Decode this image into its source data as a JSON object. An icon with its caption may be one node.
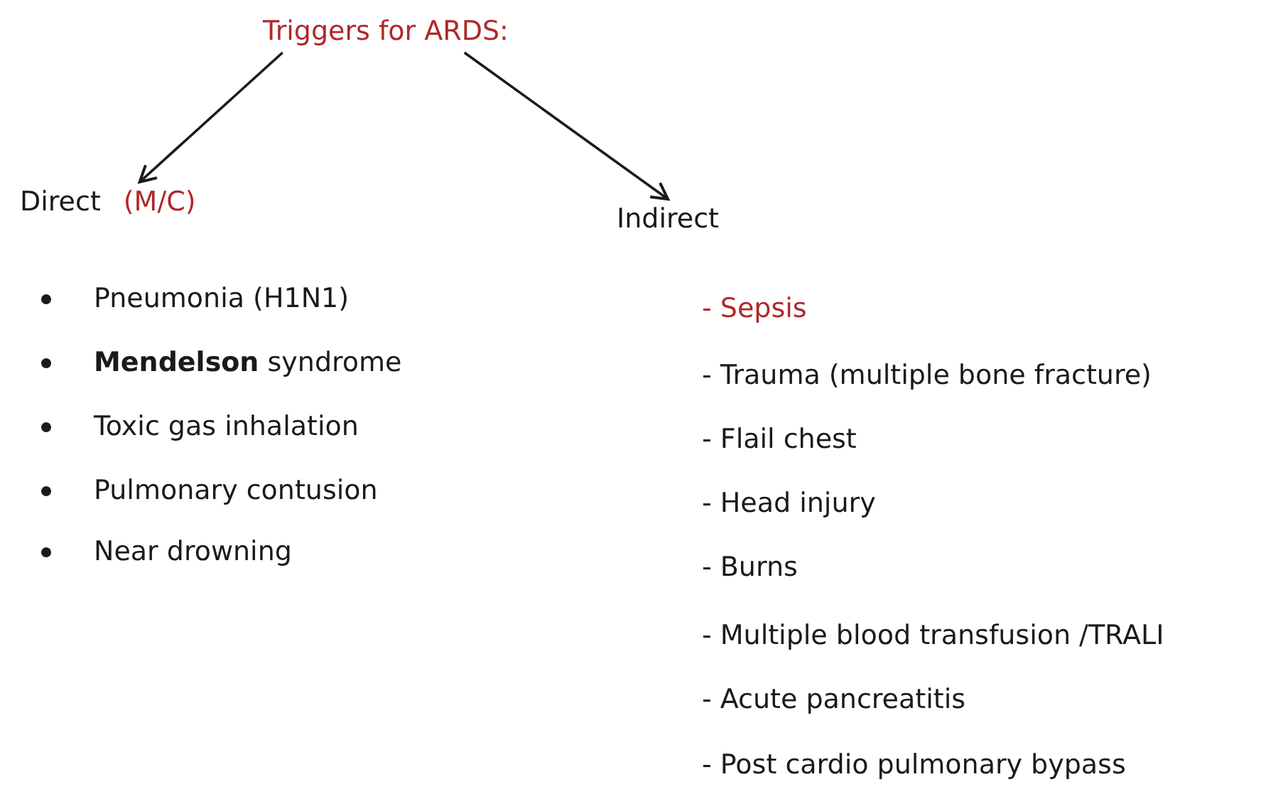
{
  "diagram": {
    "nodes": [
      {
        "text": [
          "Triggers for ARDS:"
        ]
      },
      {
        "text": [
          "Direct",
          "(M/C)"
        ]
      },
      {
        "text": [
          "Indirect"
        ]
      }
    ],
    "edges": [
      {
        "from": 0,
        "to": 1,
        "arrow": "to"
      },
      {
        "from": 0,
        "to": 2,
        "arrow": "to"
      }
    ],
    "labels": [
      "Pneumonia (H1N1)",
      "**Mendelson** syndrome",
      "Toxic gas inhalation",
      "Pulmonary contusion",
      "Near drowning",
      "- Sepsis",
      "- Trauma (multiple bone fracture)",
      "- Flail chest",
      "- Head injury",
      "- Burns",
      "- Multiple blood transfusion /TRALI",
      "- Acute pancreatitis",
      "- Post cardio pulmonary bypass"
    ]
  }
}
